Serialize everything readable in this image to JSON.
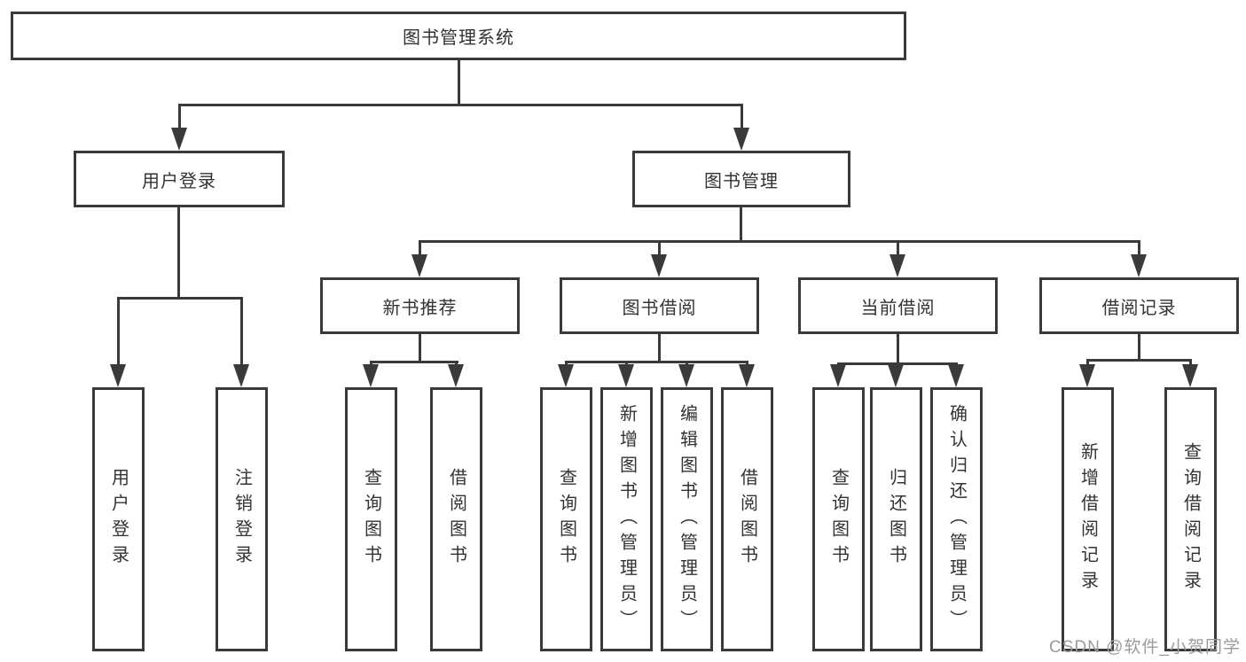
{
  "title": "图书管理系统",
  "colors": {
    "line": "#3a3a3a",
    "box_border": "#3a3a3a",
    "text": "#333333",
    "background": "#ffffff",
    "watermark": "#9b9b9b"
  },
  "nodes": {
    "root": "图书管理系统",
    "user_login": "用户登录",
    "book_mgmt": "图书管理",
    "new_book_rec": "新书推荐",
    "book_borrow": "图书借阅",
    "current_borrow": "当前借阅",
    "borrow_records": "借阅记录",
    "leaf_login": "用户登录",
    "leaf_logout": "注销登录",
    "leaf_rec_query": "查询图书",
    "leaf_rec_borrow": "借阅图书",
    "leaf_bb_query": "查询图书",
    "leaf_bb_add": "新增图书（管理员）",
    "leaf_bb_edit": "编辑图书（管理员）",
    "leaf_bb_borrow": "借阅图书",
    "leaf_cb_query": "查询图书",
    "leaf_cb_return": "归还图书",
    "leaf_cb_confirm": "确认归还（管理员）",
    "leaf_br_add": "新增借阅记录",
    "leaf_br_query": "查询借阅记录"
  },
  "hierarchy": {
    "图书管理系统": {
      "用户登录": [
        "用户登录",
        "注销登录"
      ],
      "图书管理": {
        "新书推荐": [
          "查询图书",
          "借阅图书"
        ],
        "图书借阅": [
          "查询图书",
          "新增图书（管理员）",
          "编辑图书（管理员）",
          "借阅图书"
        ],
        "当前借阅": [
          "查询图书",
          "归还图书",
          "确认归还（管理员）"
        ],
        "借阅记录": [
          "新增借阅记录",
          "查询借阅记录"
        ]
      }
    }
  },
  "watermark": "CSDN @软件_小贺同学"
}
